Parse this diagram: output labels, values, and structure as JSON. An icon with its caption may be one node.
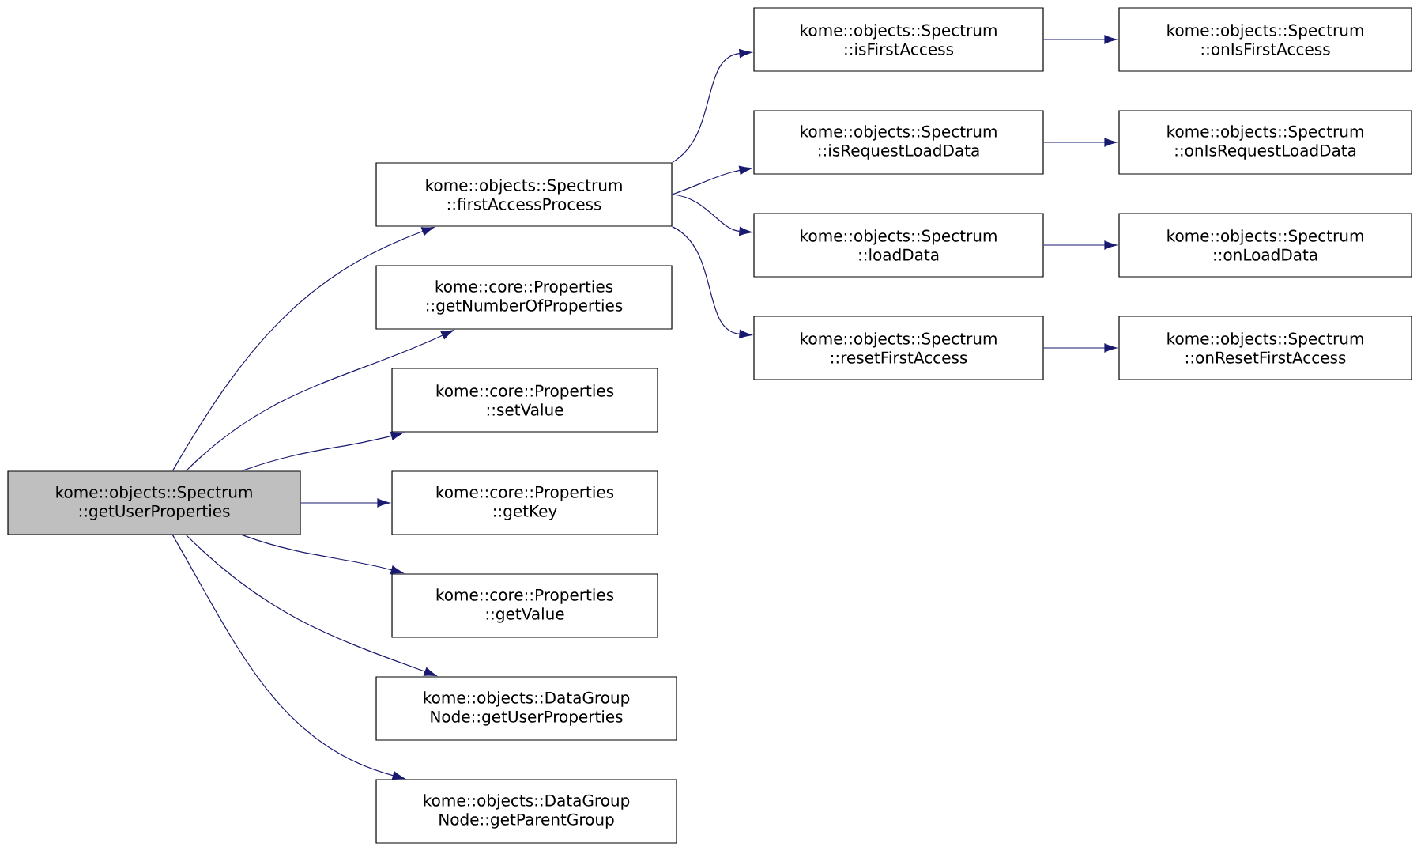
{
  "diagram": {
    "nodes": [
      {
        "text": [
          "kome::objects::Spectrum ::getUserProperties"
        ]
      },
      {
        "text": [
          "kome::objects::Spectrum ::firstAccessProcess"
        ]
      },
      {
        "text": [
          "kome::core::Properties ::getNumberOfProperties"
        ]
      },
      {
        "text": [
          "kome::core::Properties ::setValue"
        ]
      },
      {
        "text": [
          "kome::core::Properties ::getKey"
        ]
      },
      {
        "text": [
          "kome::core::Properties ::getValue"
        ]
      },
      {
        "text": [
          "kome::objects::DataGroup Node::getUserProperties"
        ]
      },
      {
        "text": [
          "kome::objects::DataGroup Node::getParentGroup"
        ]
      },
      {
        "text": [
          "kome::objects::Spectrum ::isFirstAccess"
        ]
      },
      {
        "text": [
          "kome::objects::Spectrum ::isRequestLoadData"
        ]
      },
      {
        "text": [
          "kome::objects::Spectrum ::loadData"
        ]
      },
      {
        "text": [
          "kome::objects::Spectrum ::resetFirstAccess"
        ]
      },
      {
        "text": [
          "kome::objects::Spectrum ::onIsFirstAccess"
        ]
      },
      {
        "text": [
          "kome::objects::Spectrum ::onIsRequestLoadData"
        ]
      },
      {
        "text": [
          "kome::objects::Spectrum ::onLoadData"
        ]
      },
      {
        "text": [
          "kome::objects::Spectrum ::onResetFirstAccess"
        ]
      }
    ],
    "edges": [
      {
        "from": 0,
        "to": 1,
        "arrow": "to"
      },
      {
        "from": 0,
        "to": 2,
        "arrow": "to"
      },
      {
        "from": 0,
        "to": 3,
        "arrow": "to"
      },
      {
        "from": 0,
        "to": 4,
        "arrow": "to"
      },
      {
        "from": 0,
        "to": 5,
        "arrow": "to"
      },
      {
        "from": 0,
        "to": 6,
        "arrow": "to"
      },
      {
        "from": 0,
        "to": 7,
        "arrow": "to"
      },
      {
        "from": 1,
        "to": 8,
        "arrow": "to"
      },
      {
        "from": 1,
        "to": 9,
        "arrow": "to"
      },
      {
        "from": 1,
        "to": 10,
        "arrow": "to"
      },
      {
        "from": 1,
        "to": 11,
        "arrow": "to"
      },
      {
        "from": 8,
        "to": 12,
        "arrow": "to"
      },
      {
        "from": 9,
        "to": 13,
        "arrow": "to"
      },
      {
        "from": 10,
        "to": 14,
        "arrow": "to"
      },
      {
        "from": 11,
        "to": 15,
        "arrow": "to"
      }
    ]
  }
}
